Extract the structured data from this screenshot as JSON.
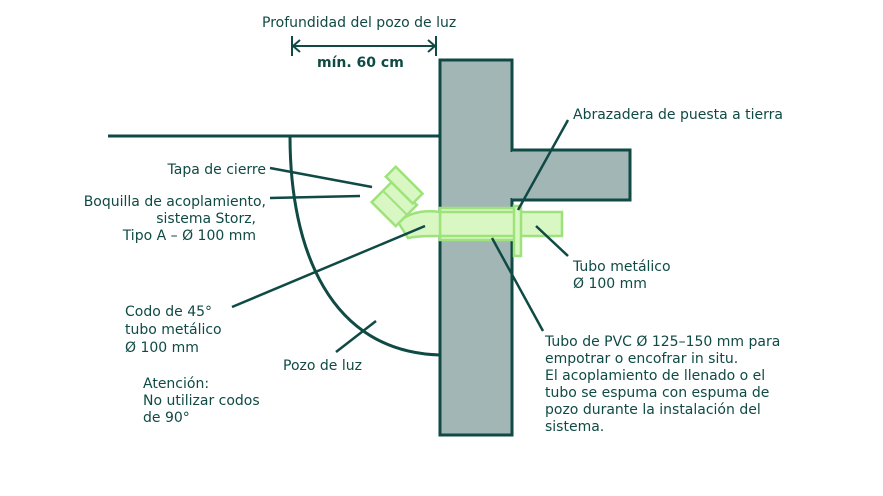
{
  "colors": {
    "ink": "#0f4a44",
    "wall_fill": "#a2b7b5",
    "pipe_fill": "#d8f7c2",
    "pipe_stroke": "#9de27a",
    "background": "#ffffff"
  },
  "labels": {
    "depth_title": "Profundidad del pozo de luz",
    "min_depth": "mín. 60 cm",
    "grounding_clamp": "Abrazadera de puesta a tierra",
    "end_cap": "Tapa de cierre",
    "coupling_line1": "Boquilla de acoplamiento,",
    "coupling_line2": "sistema Storz,",
    "coupling_line3": "Tipo A – Ø 100 mm",
    "metal_pipe_line1": "Tubo metálico",
    "metal_pipe_line2": "Ø 100 mm",
    "elbow_line1": "Codo de 45°",
    "elbow_line2": "tubo metálico",
    "elbow_line3": "Ø 100 mm",
    "light_well": "Pozo de luz",
    "pvc_line1": "Tubo de PVC Ø 125–150 mm para",
    "pvc_line2": "empotrar o encofrar in situ.",
    "pvc_line3": "El acoplamiento de llenado o el",
    "pvc_line4": "tubo se espuma con espuma de",
    "pvc_line5": "pozo durante la instalación del",
    "pvc_line6": "sistema.",
    "attention_line1": "Atención:",
    "attention_line2": "No utilizar codos",
    "attention_line3": "de 90°"
  }
}
